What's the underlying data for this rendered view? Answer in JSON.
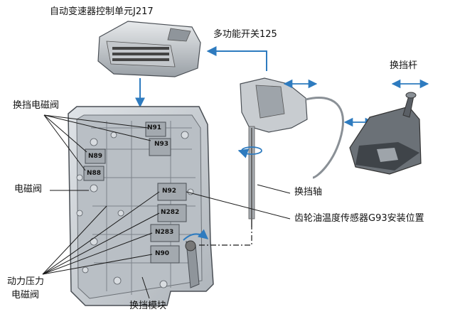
{
  "labels": {
    "ecu": "自动变速器控制单元J217",
    "multi_switch": "多功能开关125",
    "selector_lever": "换挡杆",
    "shift_solenoid": "换挡电磁阀",
    "solenoid": "电磁阀",
    "shift_shaft": "换挡轴",
    "temp_sensor": "齿轮油温度传感器G93安装位置",
    "pressure_solenoid_line1": "动力压力",
    "pressure_solenoid_line2": "电磁阀",
    "shift_module": "换挡模块"
  },
  "valve_tags": [
    "N91",
    "N93",
    "N89",
    "N88",
    "N92",
    "N282",
    "N283",
    "N90"
  ],
  "colors": {
    "arrow_blue": "#2e7bbf",
    "leader_line": "#1a1a1a",
    "housing_fill": "#c8cdd2",
    "housing_stroke": "#4a4f55"
  }
}
